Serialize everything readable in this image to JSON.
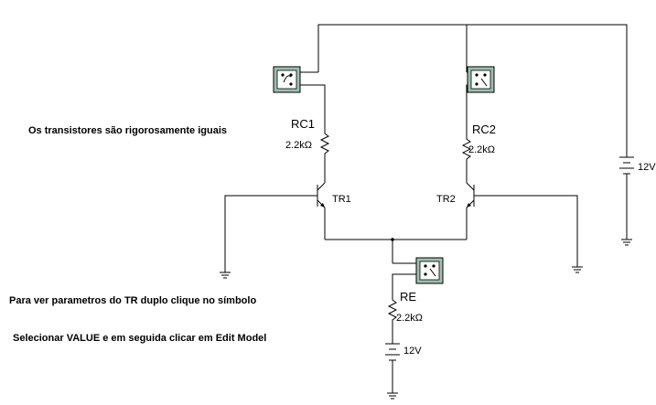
{
  "notes": {
    "line1": "Os transistores são rigorosamente iguais",
    "line2": "Para ver parametros do TR duplo clique no símbolo",
    "line3": "Selecionar VALUE e em seguida clicar em Edit Model"
  },
  "components": {
    "rc1": {
      "name": "RC1",
      "value": "2.2kΩ"
    },
    "rc2": {
      "name": "RC2",
      "value": "2.2kΩ"
    },
    "re": {
      "name": "RE",
      "value": "2.2kΩ"
    },
    "tr1": {
      "name": "TR1"
    },
    "tr2": {
      "name": "TR2"
    },
    "vcc": {
      "value": "12V"
    },
    "vee": {
      "value": "12V"
    }
  },
  "colors": {
    "meter": "#9fbfaf",
    "wire": "#000000"
  }
}
